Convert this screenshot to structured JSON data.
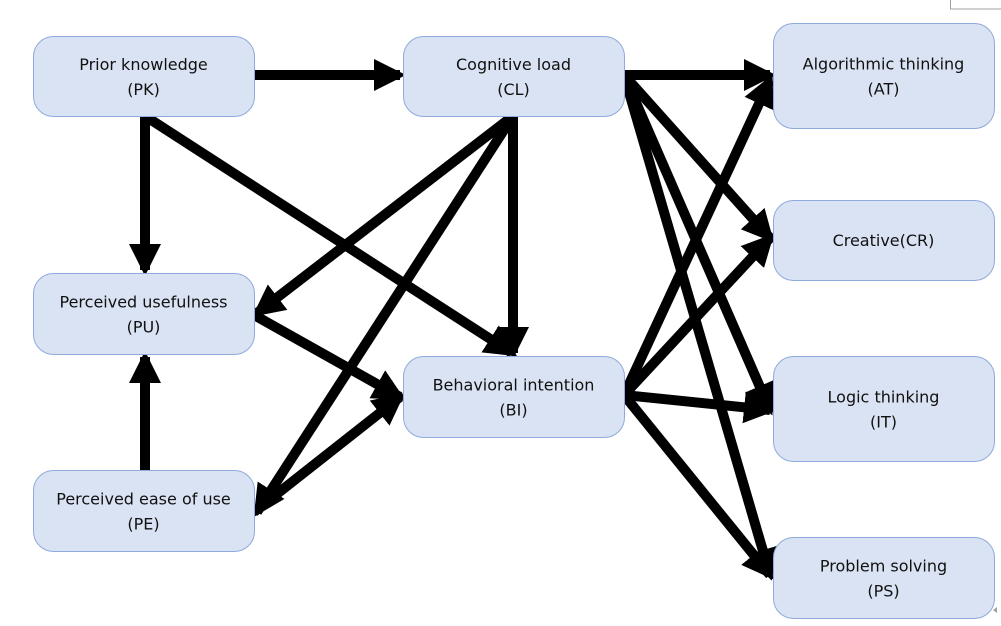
{
  "diagram": {
    "type": "path-model",
    "nodes": [
      {
        "id": "PK",
        "line1": "Prior knowledge",
        "line2": "(PK)"
      },
      {
        "id": "CL",
        "line1": "Cognitive load",
        "line2": "(CL)"
      },
      {
        "id": "AT",
        "line1": "Algorithmic thinking",
        "line2": "(AT)"
      },
      {
        "id": "CR",
        "line1": "Creative(CR)",
        "line2": ""
      },
      {
        "id": "PU",
        "line1": "Perceived usefulness",
        "line2": "(PU)"
      },
      {
        "id": "BI",
        "line1": "Behavioral intention",
        "line2": "(BI)"
      },
      {
        "id": "IT",
        "line1": "Logic thinking",
        "line2": "(IT)"
      },
      {
        "id": "PE",
        "line1": "Perceived ease of use",
        "line2": "(PE)"
      },
      {
        "id": "PS",
        "line1": "Problem solving",
        "line2": "(PS)"
      }
    ],
    "edges": [
      {
        "from": "PK",
        "to": "CL"
      },
      {
        "from": "PK",
        "to": "PU"
      },
      {
        "from": "PK",
        "to": "BI"
      },
      {
        "from": "CL",
        "to": "PU"
      },
      {
        "from": "CL",
        "to": "PE"
      },
      {
        "from": "CL",
        "to": "BI"
      },
      {
        "from": "PU",
        "to": "BI"
      },
      {
        "from": "PE",
        "to": "PU"
      },
      {
        "from": "PE",
        "to": "BI"
      },
      {
        "from": "CL",
        "to": "AT"
      },
      {
        "from": "CL",
        "to": "CR"
      },
      {
        "from": "CL",
        "to": "IT"
      },
      {
        "from": "CL",
        "to": "PS"
      },
      {
        "from": "BI",
        "to": "AT"
      },
      {
        "from": "BI",
        "to": "CR"
      },
      {
        "from": "BI",
        "to": "IT"
      },
      {
        "from": "BI",
        "to": "PS"
      }
    ],
    "colors": {
      "node_fill": "#dae3f3",
      "node_border": "#8faadc",
      "edge": "#000000",
      "text": "#111111"
    }
  }
}
